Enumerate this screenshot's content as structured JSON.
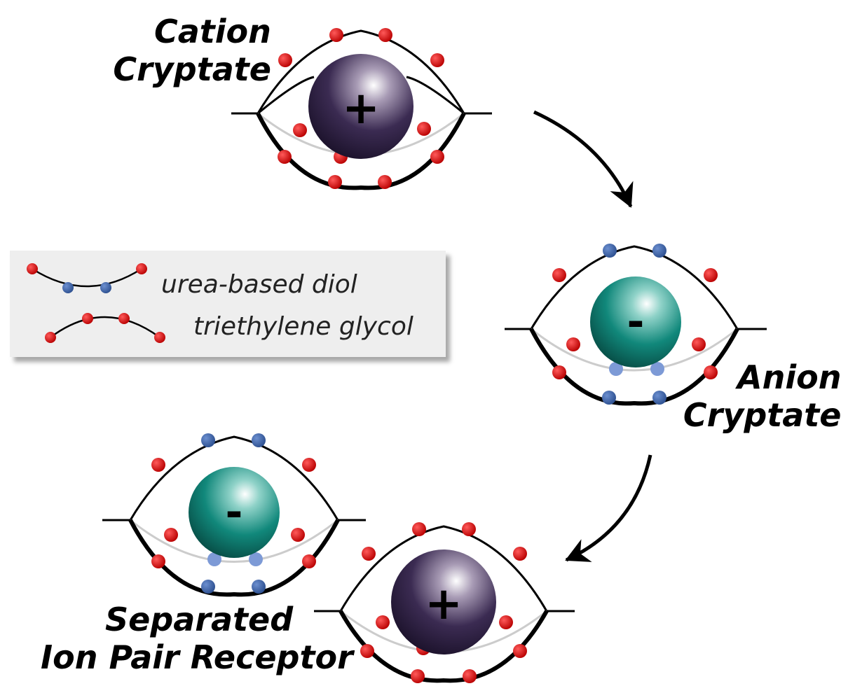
{
  "titles": {
    "cation_cryptate": [
      "Cation",
      "Cryptate"
    ],
    "anion_cryptate": [
      "Anion",
      "Cryptate"
    ],
    "separated_receptor": [
      "Separated",
      "Ion Pair Receptor"
    ]
  },
  "legend": {
    "urea_label": "urea-based diol",
    "teg_label": "triethylene glycol"
  },
  "ions": {
    "cation_sign": "+",
    "anion_sign": "-"
  },
  "colors": {
    "oxygen_red": "#d40000",
    "urea_blue": "#3d65a8",
    "urea_blue_back": "#7d9ad6",
    "cation_dark": "#2a1c40",
    "anion_teal": "#0f7e73",
    "back_strand": "#cccccc",
    "legend_bg": "#eeeeee"
  }
}
